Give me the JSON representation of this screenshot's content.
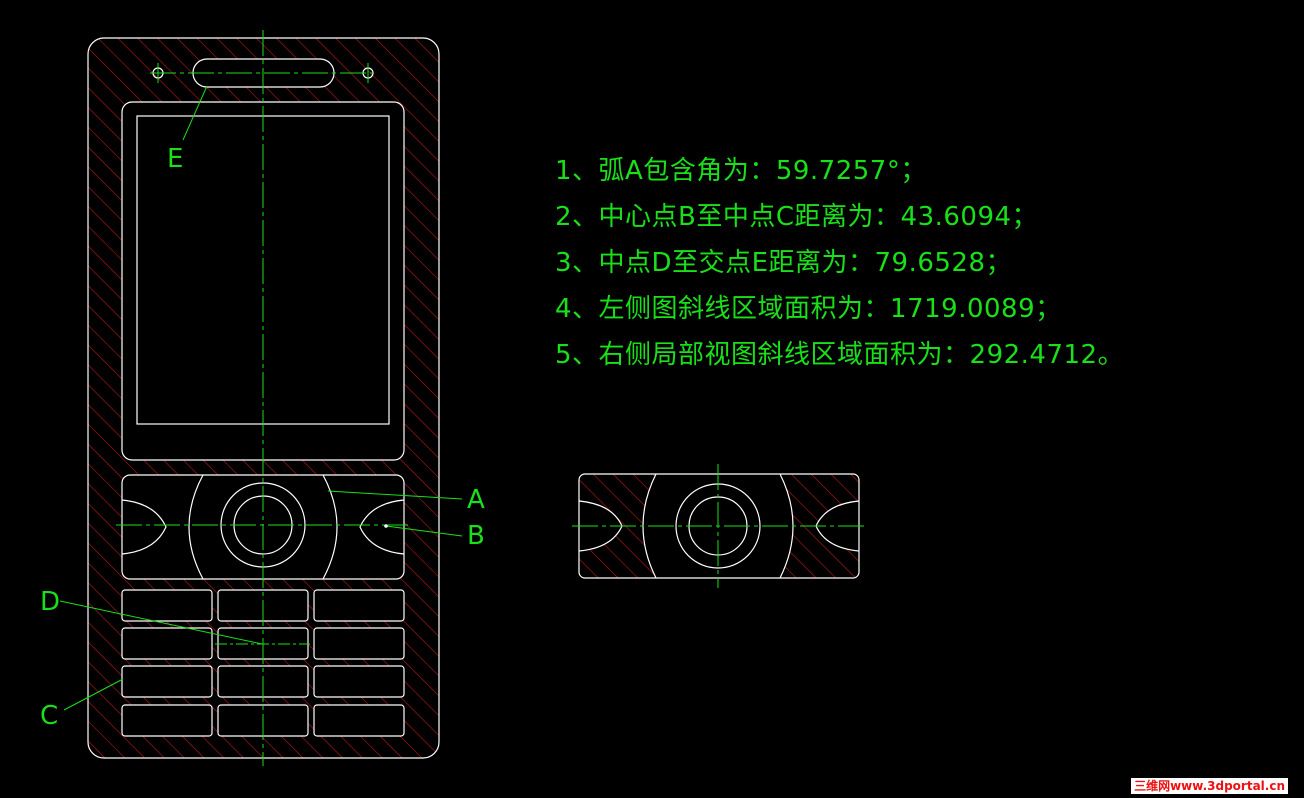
{
  "labels": {
    "a": "A",
    "b": "B",
    "c": "C",
    "d": "D",
    "e": "E"
  },
  "notes": [
    "1、弧A包含角为：59.7257°；",
    "2、中心点B至中点C距离为：43.6094；",
    "3、中点D至交点E距离为：79.6528；",
    "4、左侧图斜线区域面积为：1719.0089；",
    "5、右侧局部视图斜线区域面积为：292.4712。"
  ],
  "watermark": "三维网www.3dportal.cn",
  "colors": {
    "outline": "#ffffff",
    "centerline": "#19e019",
    "hatch": "#b81a1a",
    "text": "#19e019"
  }
}
